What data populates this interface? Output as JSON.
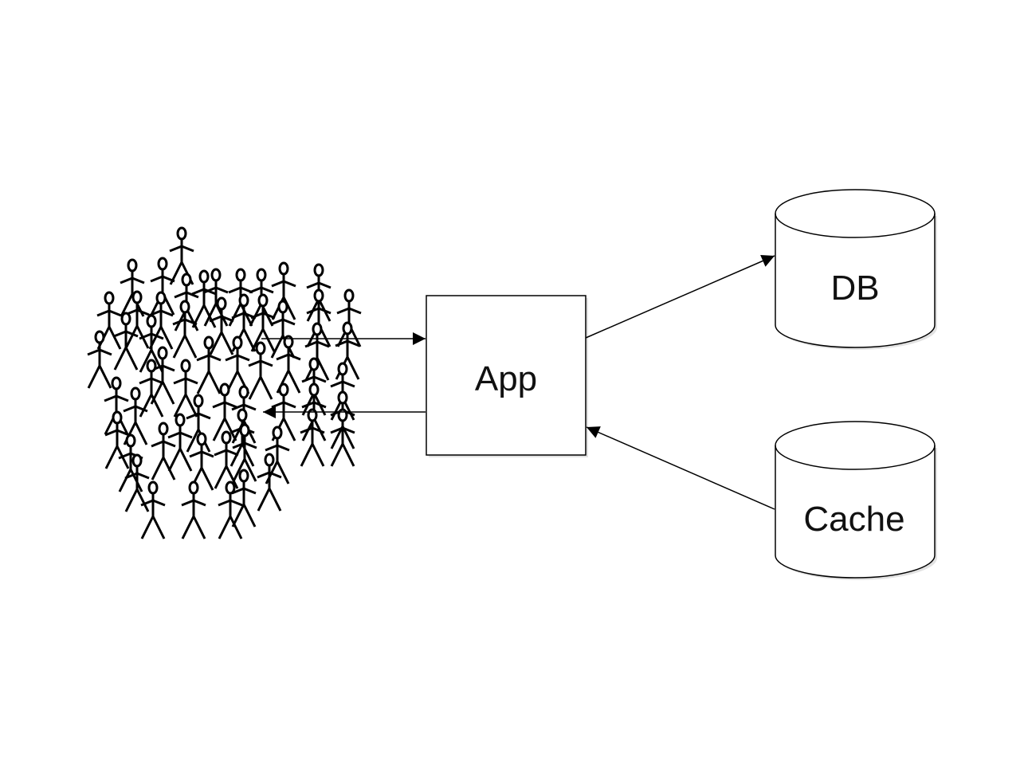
{
  "nodes": {
    "app": {
      "label": "App"
    },
    "db": {
      "label": "DB"
    },
    "cache": {
      "label": "Cache"
    }
  },
  "users": {
    "icon": "stick-figure-crowd-icon"
  },
  "colors": {
    "stroke": "#000000",
    "fill": "#ffffff",
    "shadow": "#cccccc"
  }
}
